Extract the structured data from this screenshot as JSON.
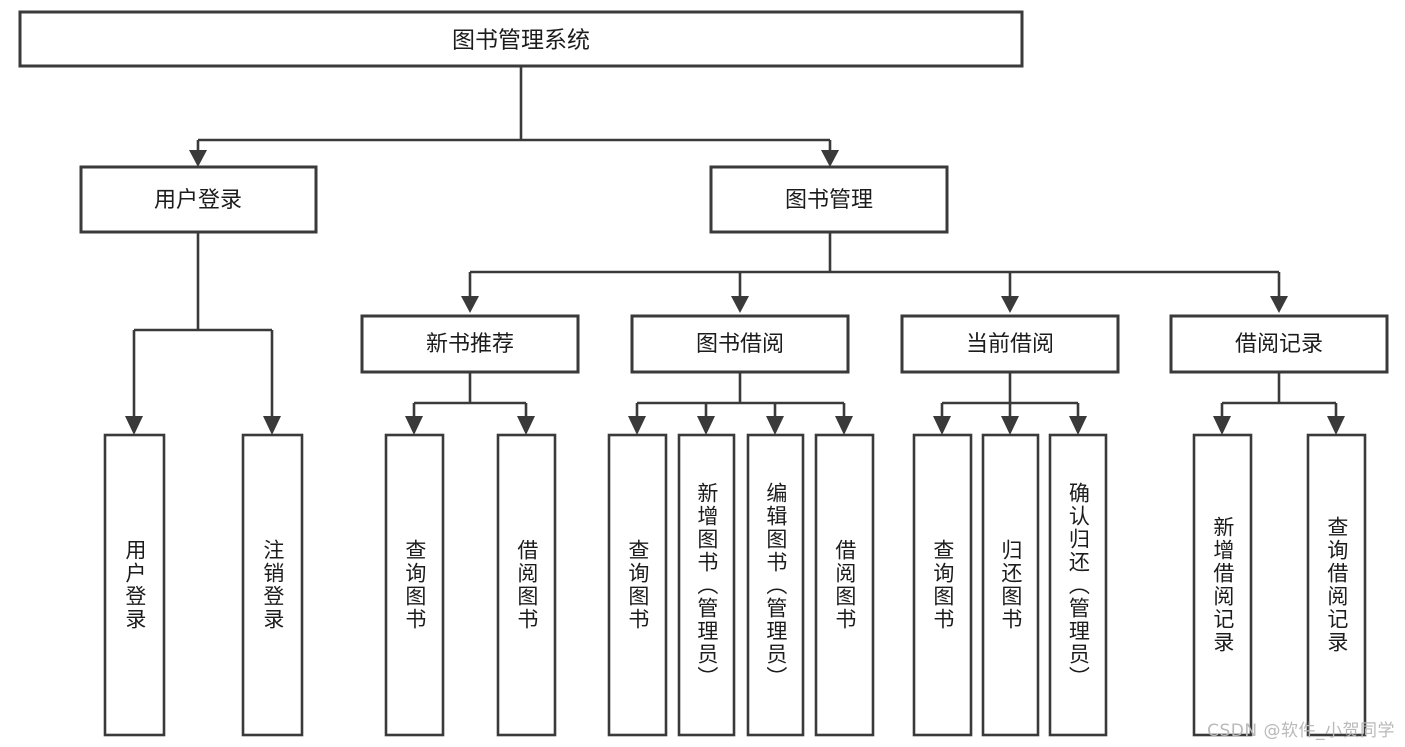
{
  "diagram": {
    "kind": "tree",
    "title": "图书管理系统",
    "root": {
      "id": "root",
      "label": "图书管理系统",
      "orientation": "horizontal"
    },
    "level1": [
      {
        "id": "user-login",
        "label": "用户登录",
        "orientation": "horizontal"
      },
      {
        "id": "book-manage",
        "label": "图书管理",
        "orientation": "horizontal"
      }
    ],
    "level2": [
      {
        "id": "new-book-recommend",
        "label": "新书推荐",
        "parent": "book-manage",
        "orientation": "horizontal"
      },
      {
        "id": "book-borrow",
        "label": "图书借阅",
        "parent": "book-manage",
        "orientation": "horizontal"
      },
      {
        "id": "current-borrow",
        "label": "当前借阅",
        "parent": "book-manage",
        "orientation": "horizontal"
      },
      {
        "id": "borrow-record",
        "label": "借阅记录",
        "parent": "book-manage",
        "orientation": "horizontal"
      }
    ],
    "leaves": [
      {
        "id": "leaf-user-login",
        "label": "用户登录",
        "parent": "user-login",
        "orientation": "vertical"
      },
      {
        "id": "leaf-user-logout",
        "label": "注销登录",
        "parent": "user-login",
        "orientation": "vertical"
      },
      {
        "id": "leaf-query-book-1",
        "label": "查询图书",
        "parent": "new-book-recommend",
        "orientation": "vertical"
      },
      {
        "id": "leaf-borrow-book-1",
        "label": "借阅图书",
        "parent": "new-book-recommend",
        "orientation": "vertical"
      },
      {
        "id": "leaf-query-book-2",
        "label": "查询图书",
        "parent": "book-borrow",
        "orientation": "vertical"
      },
      {
        "id": "leaf-add-book",
        "label": "新增图书（管理员）",
        "parent": "book-borrow",
        "orientation": "vertical"
      },
      {
        "id": "leaf-edit-book",
        "label": "编辑图书（管理员）",
        "parent": "book-borrow",
        "orientation": "vertical"
      },
      {
        "id": "leaf-borrow-book-2",
        "label": "借阅图书",
        "parent": "book-borrow",
        "orientation": "vertical"
      },
      {
        "id": "leaf-query-book-3",
        "label": "查询图书",
        "parent": "current-borrow",
        "orientation": "vertical"
      },
      {
        "id": "leaf-return-book",
        "label": "归还图书",
        "parent": "current-borrow",
        "orientation": "vertical"
      },
      {
        "id": "leaf-confirm-return",
        "label": "确认归还（管理员）",
        "parent": "current-borrow",
        "orientation": "vertical"
      },
      {
        "id": "leaf-add-record",
        "label": "新增借阅记录",
        "parent": "borrow-record",
        "orientation": "vertical"
      },
      {
        "id": "leaf-query-record",
        "label": "查询借阅记录",
        "parent": "borrow-record",
        "orientation": "vertical"
      }
    ],
    "colors": {
      "node_fill": "#ffffff",
      "node_stroke": "#3a3a3a",
      "edge": "#3a3a3a",
      "text": "#1c1c1c",
      "background": "#ffffff",
      "watermark": "#b9b9b9"
    }
  },
  "watermark": {
    "text": "CSDN @软件_小贺同学"
  }
}
